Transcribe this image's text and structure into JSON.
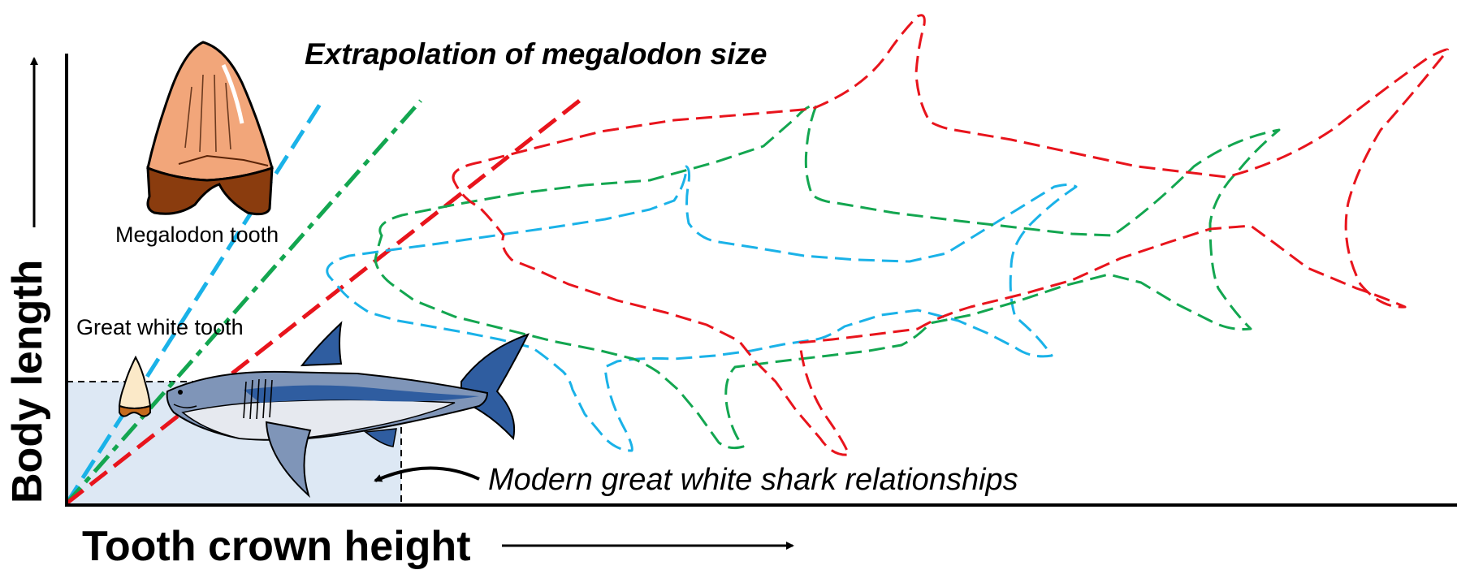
{
  "labels": {
    "title": "Extrapolation of megalodon size",
    "y_axis": "Body length",
    "x_axis": "Tooth crown height",
    "megalodon_tooth": "Megalodon tooth",
    "great_white_tooth": "Great white tooth",
    "modern_relationships": "Modern great white shark relationships"
  },
  "colors": {
    "blue": "#1ab2e8",
    "green": "#13a650",
    "red": "#e8141c",
    "gray_title": "#888888",
    "box_fill": "#dde8f4",
    "shark_blue": "#2f5da0",
    "shark_gray": "#7f95b8",
    "tooth_mega_crown": "#f2a67a",
    "tooth_mega_root": "#8a3c0e",
    "tooth_gw_crown": "#fbe9c8",
    "tooth_gw_root": "#c56a1c"
  },
  "icons": [
    "megalodon-tooth-icon",
    "great-white-tooth-icon",
    "great-white-shark-icon"
  ]
}
